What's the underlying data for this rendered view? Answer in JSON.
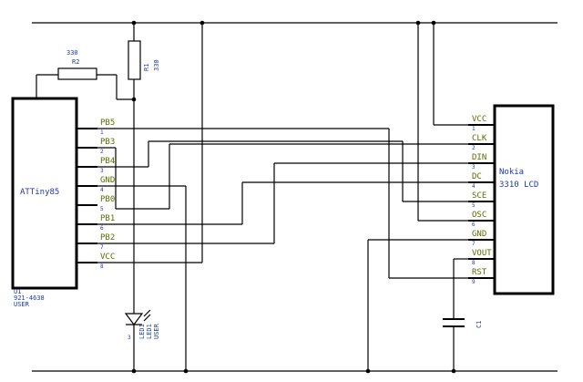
{
  "mcu": {
    "name": "ATTiny85",
    "ref": "U1",
    "part": "921-4638",
    "user": "USER",
    "pins": [
      {
        "label": "PB5",
        "num": "1"
      },
      {
        "label": "PB3",
        "num": "2"
      },
      {
        "label": "PB4",
        "num": "3"
      },
      {
        "label": "GND",
        "num": "4"
      },
      {
        "label": "PB0",
        "num": "5"
      },
      {
        "label": "PB1",
        "num": "6"
      },
      {
        "label": "PB2",
        "num": "7"
      },
      {
        "label": "VCC",
        "num": "8"
      }
    ]
  },
  "lcd": {
    "name1": "Nokia",
    "name2": "3310 LCD",
    "pins": [
      {
        "label": "VCC",
        "num": "1"
      },
      {
        "label": "CLK",
        "num": "2"
      },
      {
        "label": "DIN",
        "num": "3"
      },
      {
        "label": "DC",
        "num": "4"
      },
      {
        "label": "SCE",
        "num": "5"
      },
      {
        "label": "OSC",
        "num": "6"
      },
      {
        "label": "GND",
        "num": "7"
      },
      {
        "label": "VOUT",
        "num": "8"
      },
      {
        "label": "RST",
        "num": "9"
      }
    ]
  },
  "r1": {
    "ref": "R1",
    "value": "330"
  },
  "r2": {
    "ref": "R2",
    "value": "330"
  },
  "led": {
    "ref": "LED1",
    "name": "LED1",
    "user": "USER",
    "pin": "3"
  },
  "cap": {
    "ref": "C1"
  }
}
